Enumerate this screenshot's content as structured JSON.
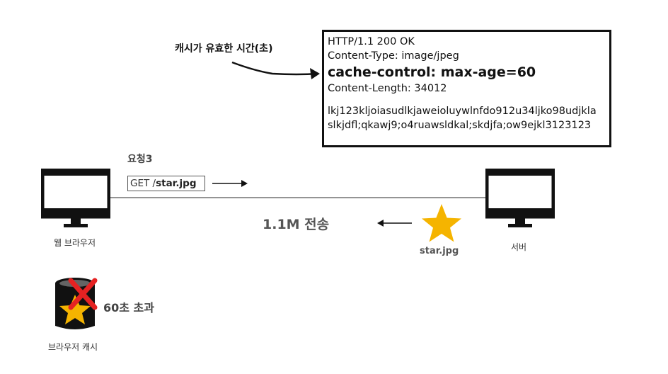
{
  "annotation": {
    "cache_valid_time": "캐시가 유효한 시간(초)"
  },
  "response": {
    "status_line": "HTTP/1.1 200 OK",
    "content_type": "Content-Type: image/jpeg",
    "cache_control": "cache-control: max-age=60",
    "content_length": "Content-Length: 34012",
    "body_line1": "lkj123kljoiasudlkjaweioluywlnfdo912u34ljko98udjkla",
    "body_line2": "slkjdfl;qkawj9;o4ruawsldkal;skdjfa;ow9ejkl3123123"
  },
  "request": {
    "label": "요청3",
    "method": "GET /",
    "path": "star.jpg"
  },
  "transfer": {
    "label": "1.1M 전송"
  },
  "server": {
    "label": "서버",
    "file_label": "star.jpg"
  },
  "browser": {
    "label": "웹 브라우저"
  },
  "cache": {
    "label": "브라우저 캐시",
    "expired_label": "60초 초과"
  },
  "colors": {
    "star": "#f5b400",
    "cross": "#e52222",
    "ink": "#111111"
  },
  "icons": [
    "monitor-icon",
    "star-icon",
    "database-icon",
    "cross-icon"
  ]
}
